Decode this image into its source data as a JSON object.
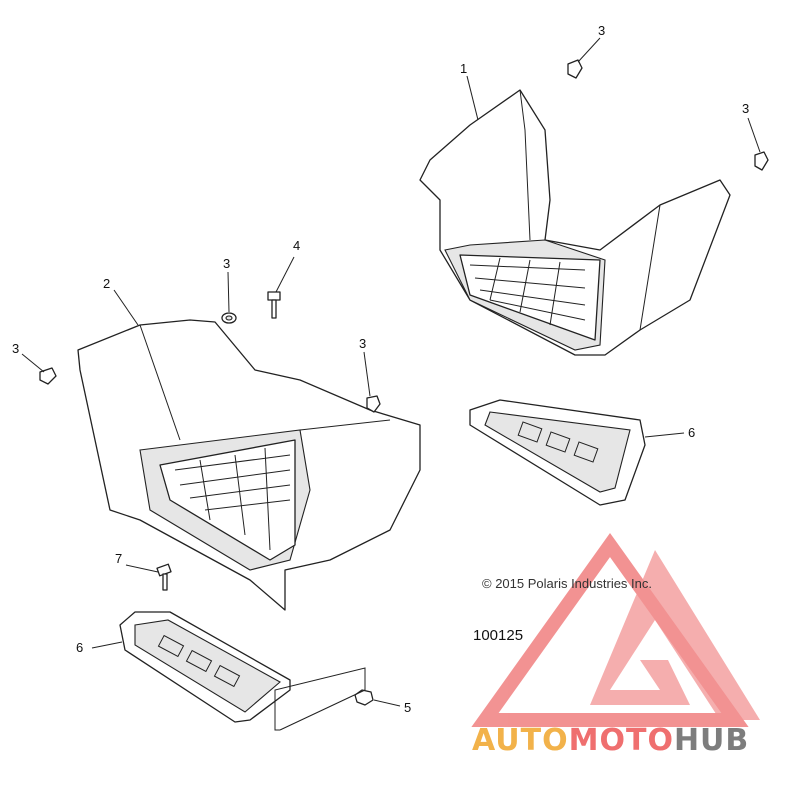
{
  "callouts": {
    "c1": "1",
    "c2": "2",
    "c3a": "3",
    "c3b": "3",
    "c3c": "3",
    "c3d": "3",
    "c3e": "3",
    "c4": "4",
    "c5": "5",
    "c6a": "6",
    "c6b": "6",
    "c7": "7"
  },
  "copyright": "© 2015 Polaris Industries Inc.",
  "drawing_number": "100125",
  "watermark": {
    "part1": "AUTO",
    "part2": "MOTO",
    "part3": "HUB",
    "color_auto": "#f2b24a",
    "color_moto": "#ef6f6f",
    "color_hub": "#7d7d7d",
    "triangle_color": "#f08080"
  }
}
